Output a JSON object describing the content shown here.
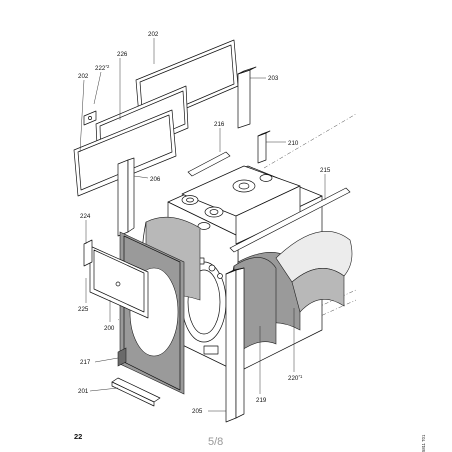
{
  "labels": {
    "p202a": "202",
    "p202b": "202",
    "p226": "226",
    "p222": "222",
    "p222_sup": "*2",
    "p203": "203",
    "p216": "216",
    "p210": "210",
    "p206": "206",
    "p215": "215",
    "p224": "224",
    "p225": "225",
    "p200": "200",
    "p217": "217",
    "p201": "201",
    "p205": "205",
    "p219": "219",
    "p220": "220",
    "p220_sup": "*1"
  },
  "footer": {
    "page_number": "22",
    "page_count": "5/8",
    "side_code": "5811 T01"
  }
}
